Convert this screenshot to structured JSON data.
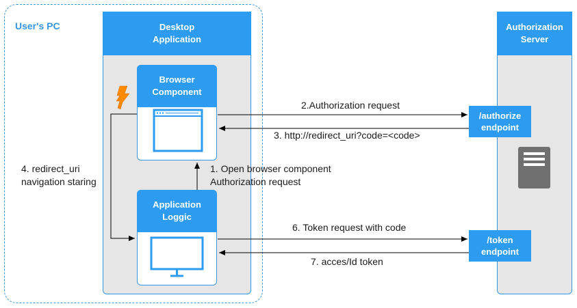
{
  "pc": {
    "label": "User's PC"
  },
  "desktop": {
    "title": "Desktop\nApplication"
  },
  "auth_server": {
    "title": "Authorization\nServer"
  },
  "browser_component": {
    "title": "Browser\nComponent"
  },
  "application_logic": {
    "title": "Application\nLoggic"
  },
  "endpoints": {
    "authorize": "/authorize\nendpoint",
    "token": "/token\nendpoint"
  },
  "flows": {
    "open_browser": "1. Open browser component\nAuthorization request",
    "auth_request": "2.Authorization request",
    "redirect": "3. http://redirect_uri?code=<code>",
    "navigation": "4. redirect_uri\nnavigation staring",
    "token_request": "6. Token request with code",
    "token_response": "7. acces/Id token"
  },
  "icons": {
    "lightning": "lightning-icon",
    "browser_window": "browser-window-icon",
    "monitor": "monitor-icon",
    "server": "server-icon"
  },
  "colors": {
    "accent": "#2d9bf0",
    "lane_bg": "#e6e6e6",
    "lightning": "#ff8a00",
    "server": "#707070"
  }
}
